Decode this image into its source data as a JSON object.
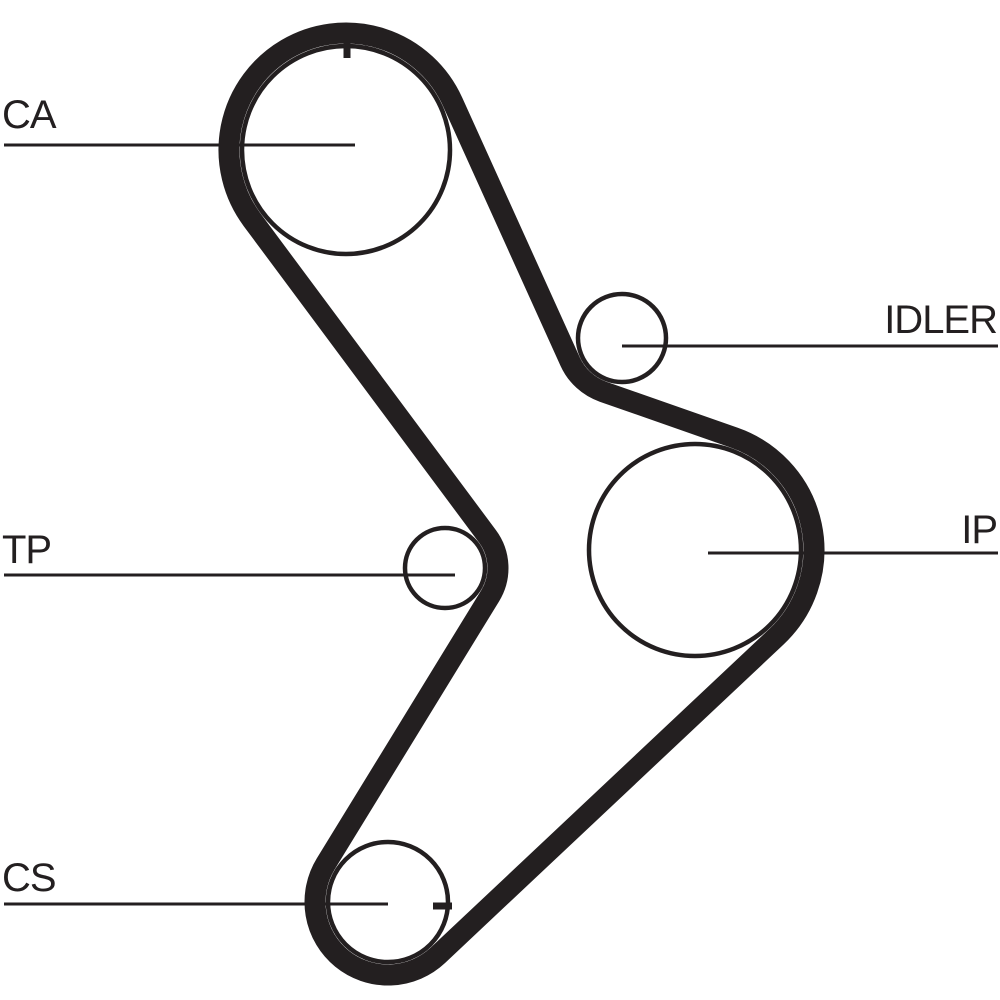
{
  "diagram": {
    "type": "timing-belt-layout",
    "labels": {
      "ca": "CA",
      "idler": "IDLER",
      "tp": "TP",
      "ip": "IP",
      "cs": "CS"
    },
    "colors": {
      "ink": "#231f20",
      "background": "#ffffff"
    }
  }
}
